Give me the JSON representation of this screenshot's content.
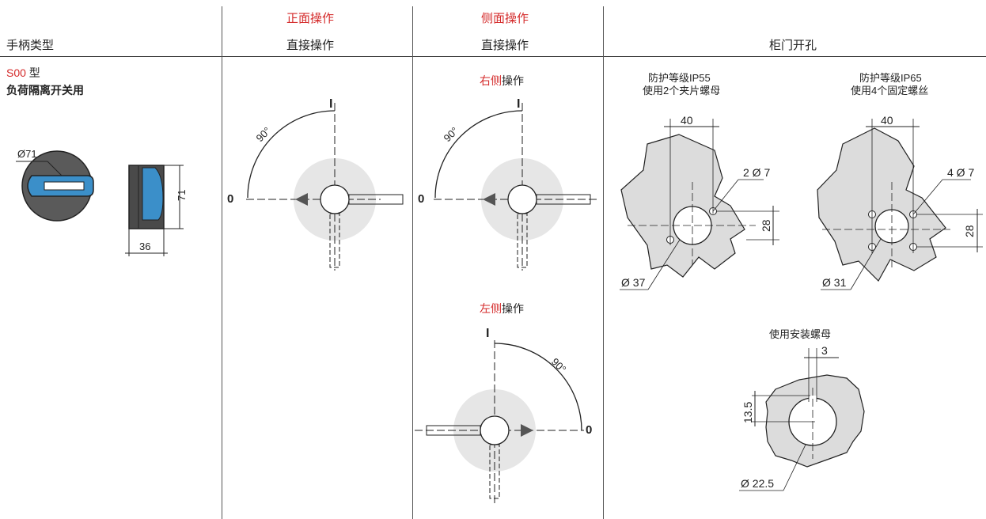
{
  "colors": {
    "accent_red": "#d42a2a",
    "handle_blue": "#3b8fc9",
    "plate_gray": "#dcdcdc"
  },
  "header": {
    "col1": "手柄类型",
    "col2_top": "正面操作",
    "col2_bottom": "直接操作",
    "col3_top": "侧面操作",
    "col3_bottom": "直接操作",
    "col4": "柜门开孔"
  },
  "handle": {
    "type_red": "S00",
    "type_suffix": " 型",
    "desc": "负荷隔离开关用",
    "dia": "Ø71",
    "height": "71",
    "depth": "36"
  },
  "front_op": {
    "pos_on": "I",
    "pos_off": "0",
    "angle": "90°"
  },
  "side_right": {
    "side_red": "右侧",
    "suffix": "操作",
    "pos_on": "I",
    "pos_off": "0",
    "angle": "90°"
  },
  "side_left": {
    "side_red": "左侧",
    "suffix": "操作",
    "pos_on": "I",
    "pos_off": "0",
    "angle": "90°"
  },
  "cutout_ip55": {
    "line1": "防护等级IP55",
    "line2": "使用2个夹片螺母",
    "dim_w": "40",
    "holes": "2 Ø 7",
    "dim_h": "28",
    "bore": "Ø 37"
  },
  "cutout_ip65": {
    "line1": "防护等级IP65",
    "line2": "使用4个固定螺丝",
    "dim_w": "40",
    "holes": "4 Ø 7",
    "dim_h": "28",
    "bore": "Ø 31"
  },
  "cutout_nut": {
    "title": "使用安装螺母",
    "key_w": "3",
    "key_h": "13.5",
    "bore": "Ø 22.5"
  }
}
